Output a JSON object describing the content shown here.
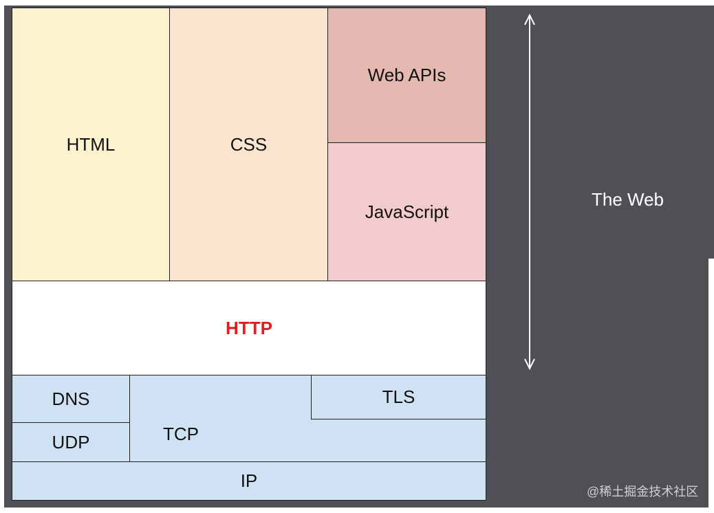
{
  "layers": {
    "html": "HTML",
    "css": "CSS",
    "web_apis": "Web APIs",
    "javascript": "JavaScript",
    "http": "HTTP",
    "dns": "DNS",
    "udp": "UDP",
    "tcp": "TCP",
    "tls": "TLS",
    "ip": "IP"
  },
  "side_label": "The Web",
  "watermark": "@稀土掘金技术社区",
  "colors": {
    "html": "#fdf2cf",
    "css": "#f9e5cf",
    "web_apis": "#e5b8b1",
    "javascript": "#f2cbcc",
    "http_text": "#e51c1c",
    "network": "#cfe2f3",
    "background": "#4f5055"
  }
}
